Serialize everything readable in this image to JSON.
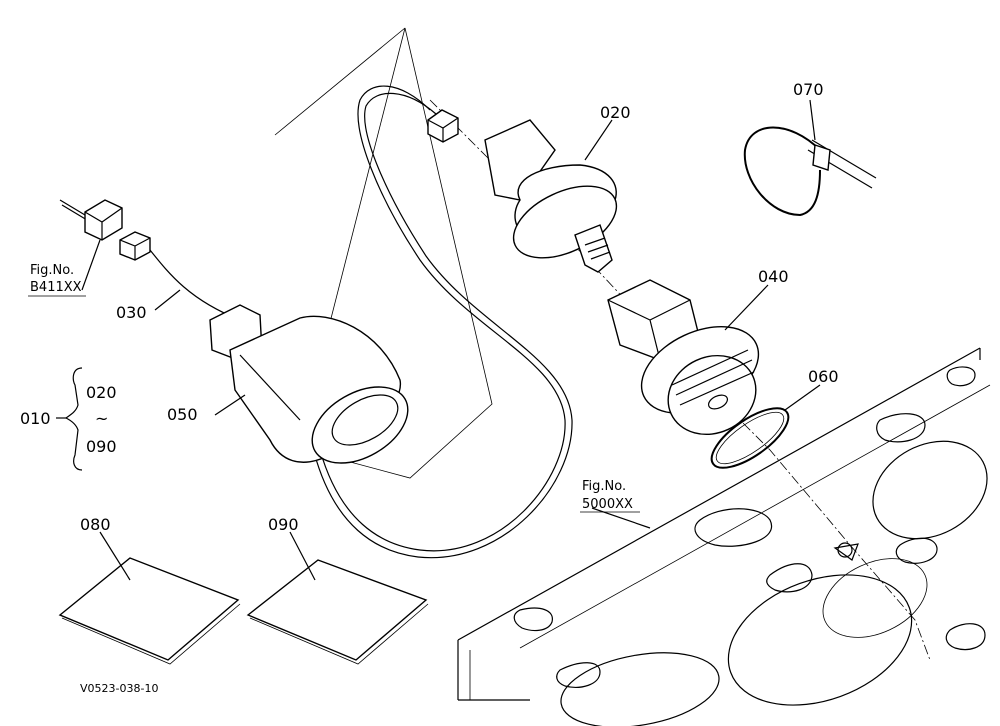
{
  "parts": {
    "p010": "010",
    "p020": "020",
    "p020_range": "020",
    "tilde": "~",
    "p090_range": "090",
    "p030": "030",
    "p040": "040",
    "p050": "050",
    "p060": "060",
    "p070": "070",
    "p080": "080",
    "p090": "090"
  },
  "refs": {
    "ref1_title": "Fig.No.",
    "ref1_code": "B411XX",
    "ref2_title": "Fig.No.",
    "ref2_code": "5000XX"
  },
  "drawing_code": "V0523-038-10"
}
